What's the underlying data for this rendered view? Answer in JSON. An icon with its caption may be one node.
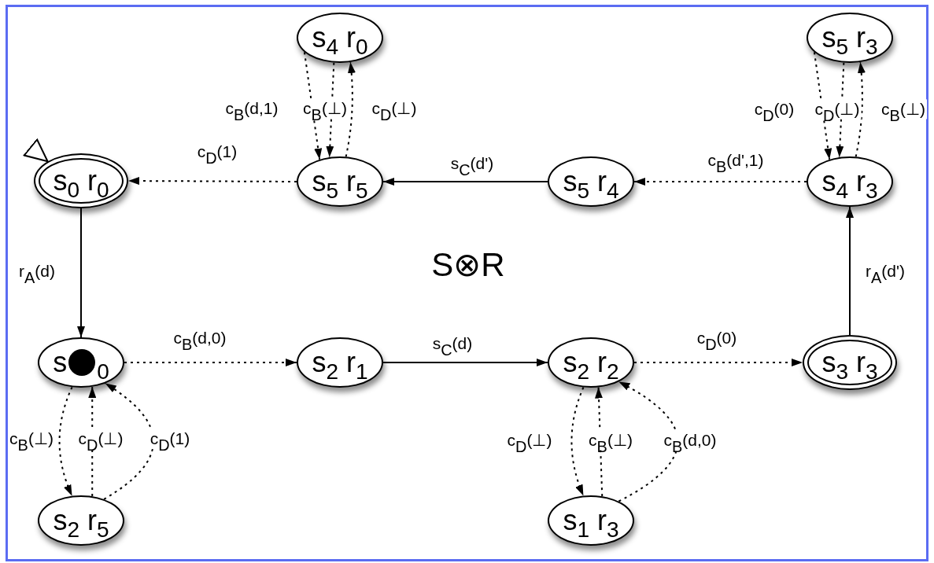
{
  "diagram": {
    "nodes": [
      {
        "text": [
          "s$_{4}$ r$_{0}$"
        ]
      },
      {
        "text": [
          "s$_{5}$ r$_{3}$"
        ]
      },
      {
        "text": [
          "s$_{0}$ r$_{0}$"
        ]
      },
      {
        "text": [
          "s$_{5}$ r$_{5}$"
        ]
      },
      {
        "text": [
          "s$_{5}$ r$_{4}$"
        ]
      },
      {
        "text": [
          "s$_{4}$ r$_{3}$"
        ]
      },
      {
        "text": [
          "s",
          "$_{0}$"
        ]
      },
      {
        "text": [
          "s$_{2}$ r$_{1}$"
        ]
      },
      {
        "text": [
          "s$_{2}$ r$_{2}$"
        ]
      },
      {
        "text": [
          "s$_{3}$ r$_{3}$"
        ]
      },
      {
        "text": [
          "s$_{2}$ r$_{5}$"
        ]
      },
      {
        "text": [
          "s$_{1}$ r$_{3}$"
        ]
      }
    ],
    "edges": [
      {
        "from": 0,
        "to": 3,
        "arrow": "to",
        "label": "c$_{B}$(d,1)",
        "style": "dashed"
      },
      {
        "from": 0,
        "to": 3,
        "arrow": "to",
        "label": "c$_{B}$(⊥)",
        "style": "dashed"
      },
      {
        "from": 3,
        "to": 0,
        "arrow": "to",
        "label": "c$_{D}$(⊥)",
        "style": "dashed"
      },
      {
        "from": 1,
        "to": 5,
        "arrow": "to",
        "label": "c$_{D}$(0)",
        "style": "dashed"
      },
      {
        "from": 1,
        "to": 5,
        "arrow": "to",
        "label": "c$_{D}$(⊥)",
        "style": "dashed"
      },
      {
        "from": 5,
        "to": 1,
        "arrow": "to",
        "label": "c$_{B}$(⊥)",
        "style": "dashed"
      },
      {
        "from": 3,
        "to": 2,
        "arrow": "to",
        "label": "c$_{D}$(1)",
        "style": "dashed"
      },
      {
        "from": 4,
        "to": 3,
        "arrow": "to",
        "label": "s$_{C}$(d')"
      },
      {
        "from": 5,
        "to": 4,
        "arrow": "to",
        "label": "c$_{B}$(d',1)",
        "style": "dashed"
      },
      {
        "from": 2,
        "to": 6,
        "arrow": "to",
        "label": "r$_{A}$(d)"
      },
      {
        "from": 9,
        "to": 5,
        "arrow": "to",
        "label": "r$_{A}$(d')"
      },
      {
        "from": 6,
        "to": 7,
        "arrow": "to",
        "label": "c$_{B}$(d,0)",
        "style": "dashed"
      },
      {
        "from": 7,
        "to": 8,
        "arrow": "to",
        "label": "s$_{C}$(d)"
      },
      {
        "from": 8,
        "to": 9,
        "arrow": "to",
        "label": "c$_{D}$(0)",
        "style": "dashed"
      },
      {
        "from": 6,
        "to": 10,
        "arrow": "to",
        "label": "c$_{B}$(⊥)",
        "style": "dashed"
      },
      {
        "from": 10,
        "to": 6,
        "arrow": "to",
        "label": "c$_{D}$(⊥)",
        "style": "dashed"
      },
      {
        "from": 10,
        "to": 6,
        "arrow": "to",
        "label": "c$_{D}$(1)",
        "style": "dashed"
      },
      {
        "from": 8,
        "to": 11,
        "arrow": "to",
        "label": "c$_{D}$(⊥)",
        "style": "dashed"
      },
      {
        "from": 11,
        "to": 8,
        "arrow": "to",
        "label": "c$_{B}$(⊥)",
        "style": "dashed"
      },
      {
        "from": 11,
        "to": 8,
        "arrow": "to",
        "label": "c$_{B}$(d,0)",
        "style": "dashed"
      },
      {
        "from": null,
        "to": 2,
        "arrow": "to"
      }
    ],
    "labels": [
      "S⊗R"
    ]
  }
}
